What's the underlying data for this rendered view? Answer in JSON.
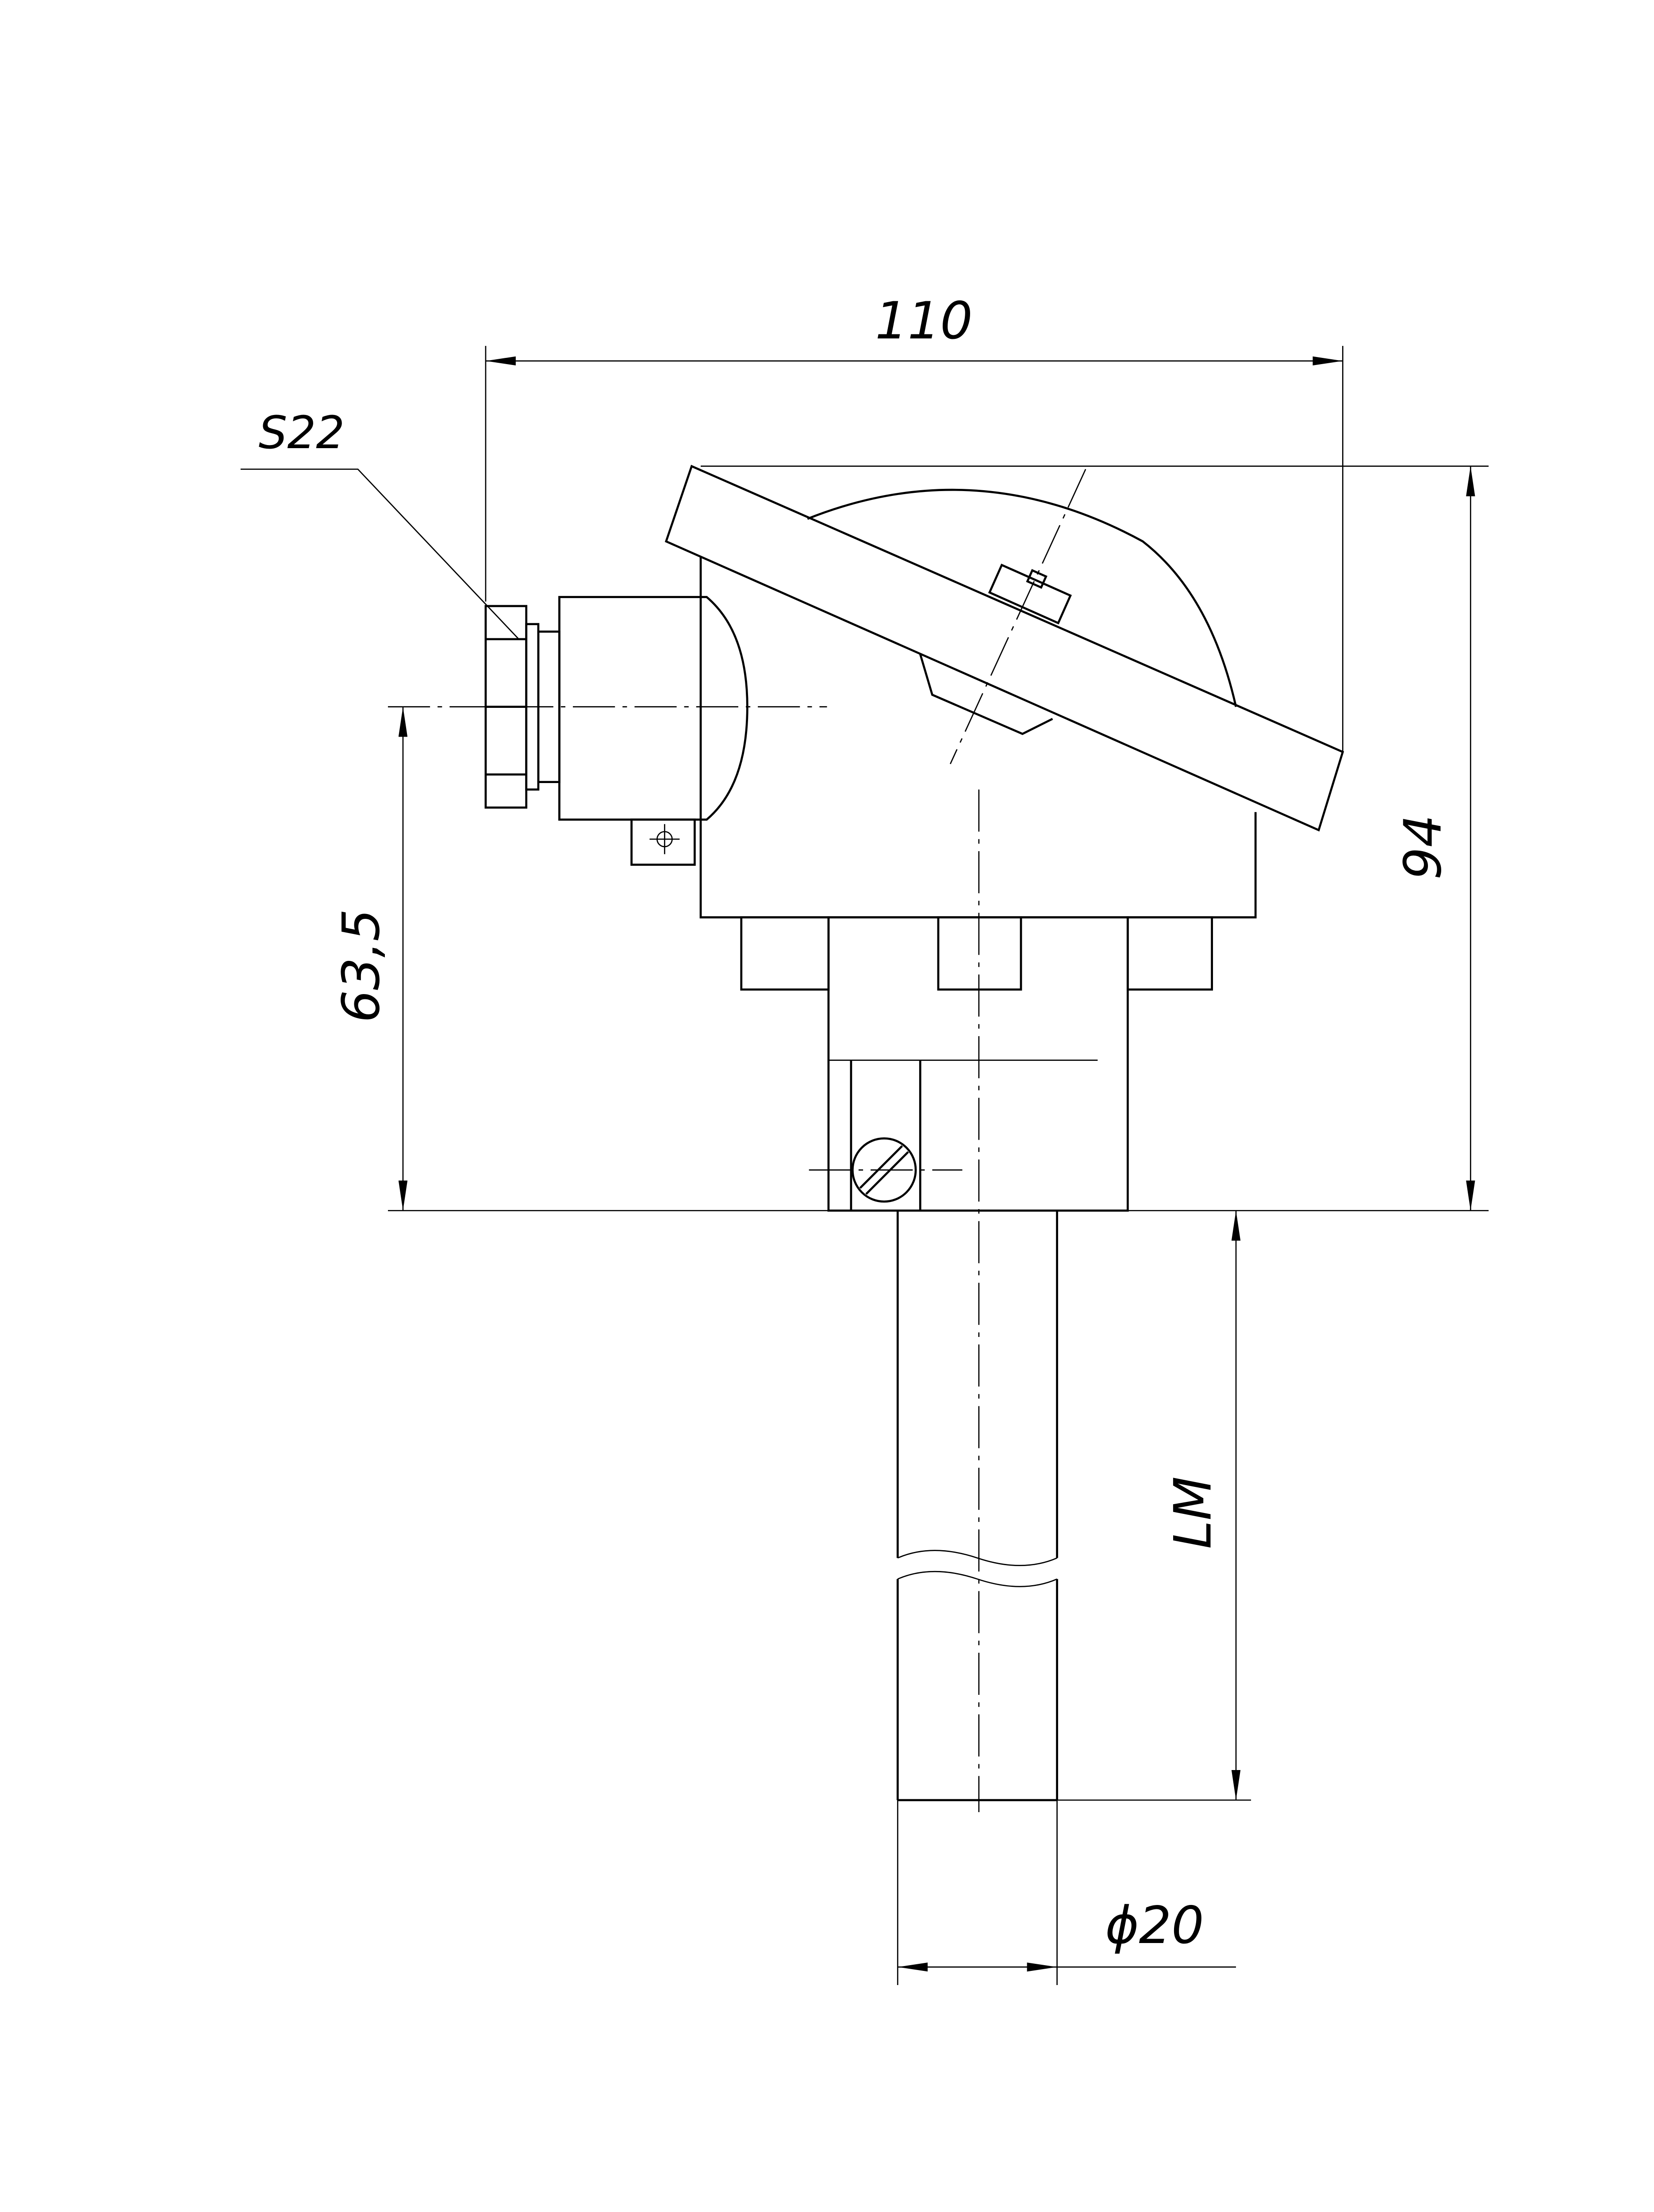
{
  "drawing": {
    "dimensions": {
      "overall_width": "110",
      "nut_size": "S22",
      "gland_height": "63,5",
      "overall_height": "94",
      "immersion_length": "LM",
      "tube_diameter": "ϕ20"
    },
    "colors": {
      "line": "#000000",
      "background": "#ffffff"
    }
  }
}
